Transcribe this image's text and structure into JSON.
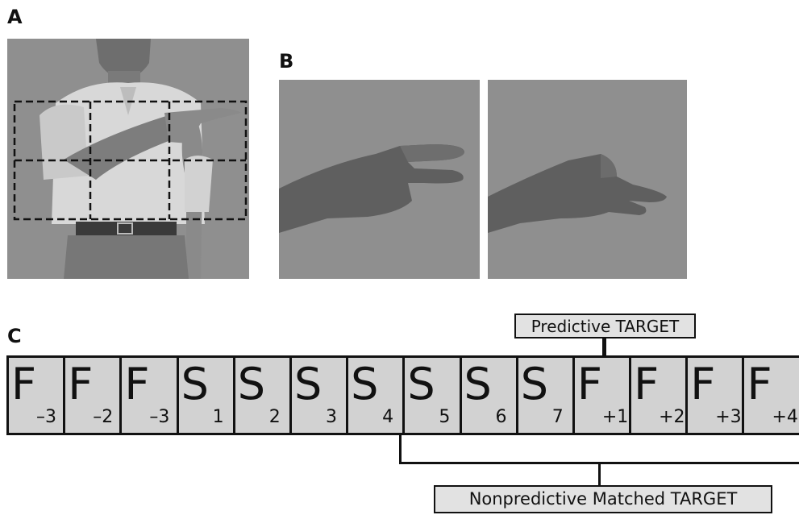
{
  "panels": {
    "a": "A",
    "b": "B",
    "c": "C"
  },
  "sequence": [
    {
      "main": "F",
      "sub": "–3"
    },
    {
      "main": "F",
      "sub": "–2"
    },
    {
      "main": "F",
      "sub": "–3"
    },
    {
      "main": "S",
      "sub": "1"
    },
    {
      "main": "S",
      "sub": "2"
    },
    {
      "main": "S",
      "sub": "3"
    },
    {
      "main": "S",
      "sub": "4"
    },
    {
      "main": "S",
      "sub": "5"
    },
    {
      "main": "S",
      "sub": "6"
    },
    {
      "main": "S",
      "sub": "7"
    },
    {
      "main": "F",
      "sub": "+1"
    },
    {
      "main": "F",
      "sub": "+2"
    },
    {
      "main": "F",
      "sub": "+3"
    },
    {
      "main": "F",
      "sub": "+4"
    }
  ],
  "callouts": {
    "predictive": "Predictive TARGET",
    "nonpredictive": "Nonpredictive Matched TARGET"
  }
}
